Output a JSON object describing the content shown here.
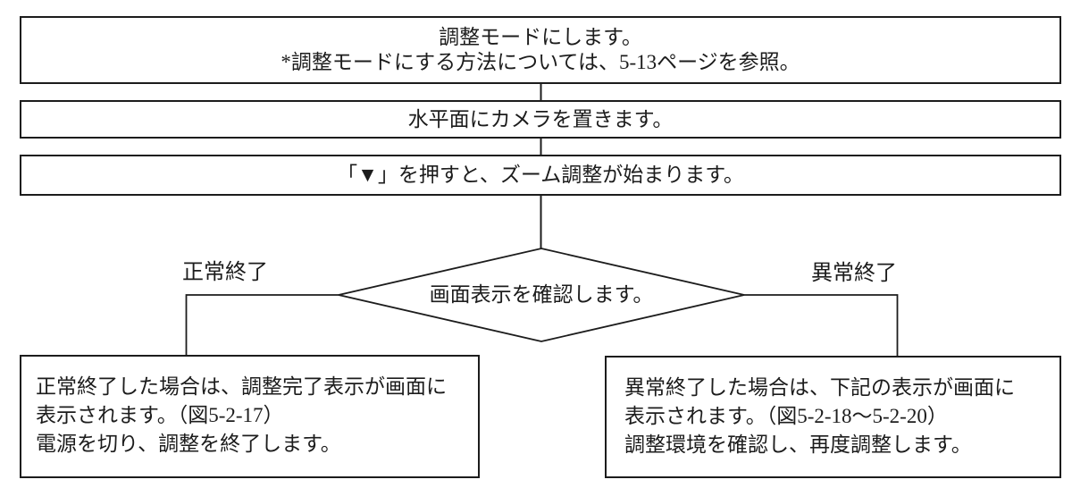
{
  "flowchart": {
    "step1": {
      "line1": "調整モードにします。",
      "line2": "*調整モードにする方法については、5-13ページを参照。"
    },
    "step2": {
      "text": "水平面にカメラを置きます。"
    },
    "step3": {
      "text": "「▼」を押すと、ズーム調整が始まります。"
    },
    "decision": {
      "text": "画面表示を確認します。"
    },
    "branch_left_label": "正常終了",
    "branch_right_label": "異常終了",
    "result_left": {
      "lines": [
        "正常終了した場合は、調整完了表示が画面に",
        "表示されます。（図5-2-17）",
        "電源を切り、調整を終了します。"
      ]
    },
    "result_right": {
      "lines": [
        "異常終了した場合は、下記の表示が画面に",
        "表示されます。（図5-2-18～5-2-20）",
        "調整環境を確認し、再度調整します。"
      ]
    }
  },
  "colors": {
    "background": "#ffffff",
    "line": "#1c1c1c",
    "text": "#1c1c1c"
  }
}
